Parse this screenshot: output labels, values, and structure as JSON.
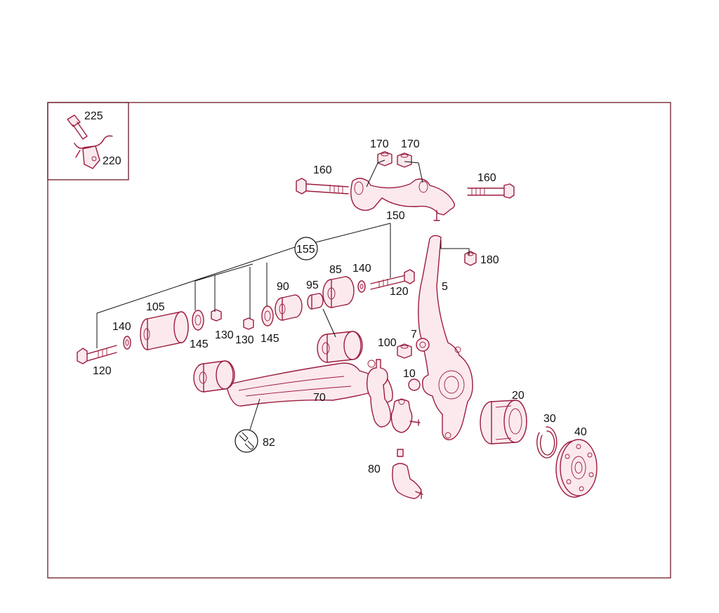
{
  "diagram": {
    "callouts": {
      "c225": "225",
      "c220": "220",
      "c170a": "170",
      "c170b": "170",
      "c160a": "160",
      "c160b": "160",
      "c150": "150",
      "c155": "155",
      "c180": "180",
      "c85": "85",
      "c140a": "140",
      "c120a": "120",
      "c90": "90",
      "c95": "95",
      "c5": "5",
      "c105": "105",
      "c140b": "140",
      "c145a": "145",
      "c130a": "130",
      "c130b": "130",
      "c145b": "145",
      "c7": "7",
      "c100": "100",
      "c120b": "120",
      "c10": "10",
      "c70": "70",
      "c20": "20",
      "c30": "30",
      "c40": "40",
      "c82": "82",
      "c80": "80"
    },
    "colors": {
      "frame": "#6b1a2a",
      "part_line": "#9c1c3c",
      "leader": "#111111"
    }
  }
}
